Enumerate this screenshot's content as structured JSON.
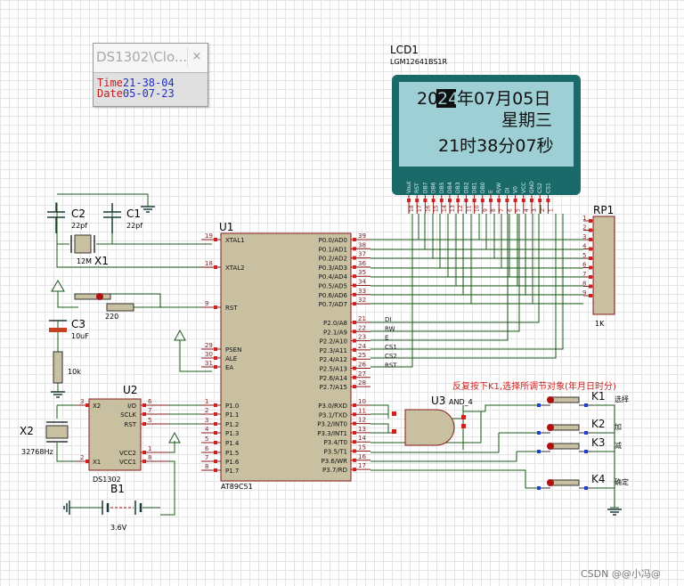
{
  "popup": {
    "title": "DS1302\\Clo...",
    "close": "×",
    "rows": [
      {
        "key": "Time",
        "value": "21-38-04"
      },
      {
        "key": "Date",
        "value": "05-07-23"
      }
    ]
  },
  "lcd": {
    "ref": "LCD1",
    "part": "LGM12641BS1R",
    "line1_pre": "20",
    "line1_sel": "24",
    "line1_post": "年07月05日",
    "line2": "星期三",
    "line3": "21时38分07秒",
    "pins": [
      "Vout",
      "RST",
      "DB7",
      "DB6",
      "DB5",
      "DB4",
      "DB3",
      "DB2",
      "DB1",
      "DB0",
      "E",
      "R/W",
      "DI",
      "V0",
      "VCC",
      "GND",
      "CS2",
      "CS1"
    ],
    "pin_numbers": [
      "18",
      "17",
      "16",
      "15",
      "14",
      "13",
      "12",
      "11",
      "10",
      "9",
      "8",
      "7",
      "6",
      "5",
      "4",
      "3",
      "2",
      "1"
    ]
  },
  "u1": {
    "ref": "U1",
    "part": "AT89C51",
    "left_pins": [
      {
        "n": "19",
        "l": "XTAL1"
      },
      {
        "n": "18",
        "l": "XTAL2"
      },
      {
        "n": "9",
        "l": "RST"
      },
      {
        "n": "29",
        "l": "PSEN"
      },
      {
        "n": "30",
        "l": "ALE"
      },
      {
        "n": "31",
        "l": "EA"
      },
      {
        "n": "1",
        "l": "P1.0"
      },
      {
        "n": "2",
        "l": "P1.1"
      },
      {
        "n": "3",
        "l": "P1.2"
      },
      {
        "n": "4",
        "l": "P1.3"
      },
      {
        "n": "5",
        "l": "P1.4"
      },
      {
        "n": "6",
        "l": "P1.5"
      },
      {
        "n": "7",
        "l": "P1.6"
      },
      {
        "n": "8",
        "l": "P1.7"
      }
    ],
    "right_pins": [
      {
        "n": "39",
        "l": "P0.0/AD0"
      },
      {
        "n": "38",
        "l": "P0.1/AD1"
      },
      {
        "n": "37",
        "l": "P0.2/AD2"
      },
      {
        "n": "36",
        "l": "P0.3/AD3"
      },
      {
        "n": "35",
        "l": "P0.4/AD4"
      },
      {
        "n": "34",
        "l": "P0.5/AD5"
      },
      {
        "n": "33",
        "l": "P0.6/AD6"
      },
      {
        "n": "32",
        "l": "P0.7/AD7"
      },
      {
        "n": "21",
        "l": "P2.0/A8"
      },
      {
        "n": "22",
        "l": "P2.1/A9"
      },
      {
        "n": "23",
        "l": "P2.2/A10"
      },
      {
        "n": "24",
        "l": "P2.3/A11"
      },
      {
        "n": "25",
        "l": "P2.4/A12"
      },
      {
        "n": "26",
        "l": "P2.5/A13"
      },
      {
        "n": "27",
        "l": "P2.6/A14"
      },
      {
        "n": "28",
        "l": "P2.7/A15"
      },
      {
        "n": "10",
        "l": "P3.0/RXD"
      },
      {
        "n": "11",
        "l": "P3.1/TXD"
      },
      {
        "n": "12",
        "l": "P3.2/INT0"
      },
      {
        "n": "13",
        "l": "P3.3/INT1"
      },
      {
        "n": "14",
        "l": "P3.4/T0"
      },
      {
        "n": "15",
        "l": "P3.5/T1"
      },
      {
        "n": "16",
        "l": "P3.6/WR"
      },
      {
        "n": "17",
        "l": "P3.7/RD"
      }
    ],
    "net_labels": [
      "DI",
      "RW",
      "E",
      "CS1",
      "CS2",
      "RST"
    ]
  },
  "u2": {
    "ref": "U2",
    "part": "DS1302",
    "pins": [
      {
        "n": "3",
        "l": "X2"
      },
      {
        "n": "6",
        "l": "I/O"
      },
      {
        "n": "7",
        "l": "SCLK"
      },
      {
        "n": "5",
        "l": "RST"
      },
      {
        "n": "2",
        "l": "X1"
      },
      {
        "n": "1",
        "l": "VCC2"
      },
      {
        "n": "8",
        "l": "VCC1"
      }
    ]
  },
  "u3": {
    "ref": "U3",
    "part": "AND_4"
  },
  "rp1": {
    "ref": "RP1",
    "value": "1K",
    "pins": [
      "1",
      "2",
      "3",
      "4",
      "5",
      "6",
      "7",
      "8",
      "9"
    ]
  },
  "parts": {
    "c1_ref": "C1",
    "c1_val": "22pf",
    "c2_ref": "C2",
    "c2_val": "22pf",
    "x1_ref": "X1",
    "x1_val": "12M",
    "c3_ref": "C3",
    "c3_val": "10uF",
    "r_220": "220",
    "r_10k": "10k",
    "x2_ref": "X2",
    "x2_val": "32768Hz",
    "b1_ref": "B1",
    "b1_val": "3.6V"
  },
  "note": "反复按下K1,选择所调节对象(年月日时分)",
  "keys": [
    {
      "ref": "K1",
      "label": "选择"
    },
    {
      "ref": "K2",
      "label": "加"
    },
    {
      "ref": "K3",
      "label": "减"
    },
    {
      "ref": "K4",
      "label": "确定"
    }
  ],
  "watermark": "CSDN @@小冯@",
  "colors": {
    "wire": "#1a5a1a",
    "part_fill": "#c8c0a0",
    "part_stroke": "#8a1a1a",
    "pin_text": "#8a1a1a",
    "lcd_frame": "#1a6a6a",
    "lcd_screen": "#9ecfd4",
    "pin_dot_red": "#d02020",
    "pin_dot_blue": "#2040d0",
    "note_red": "#d02020",
    "highlight": "#101010"
  }
}
